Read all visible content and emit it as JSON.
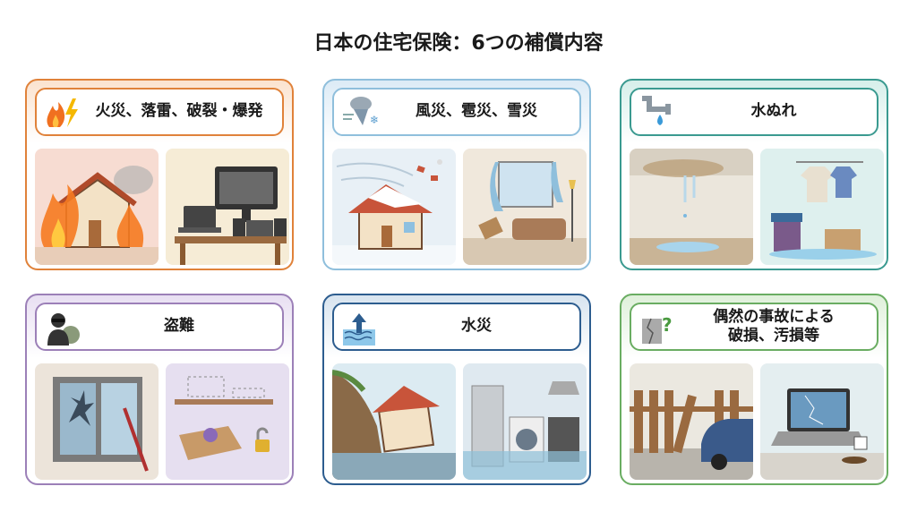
{
  "title": "日本の住宅保険：6つの補償内容",
  "cards": [
    {
      "label": "火災、落雷、破裂・爆発",
      "color": "#e0823a",
      "icon": "fire-lightning-icon"
    },
    {
      "label": "風災、雹災、雪災",
      "color": "#8fbfdc",
      "icon": "storm-icon"
    },
    {
      "label": "水ぬれ",
      "color": "#3a9a90",
      "icon": "leaking-pipe-icon"
    },
    {
      "label": "盗難",
      "color": "#9c80b8",
      "icon": "thief-icon"
    },
    {
      "label": "水災",
      "color": "#2d5d8f",
      "icon": "flood-icon"
    },
    {
      "label": "偶然の事故による\n破損、汚損等",
      "label_line1": "偶然の事故による",
      "label_line2": "破損、汚損等",
      "color": "#6aad62",
      "icon": "cracked-wall-icon"
    }
  ]
}
